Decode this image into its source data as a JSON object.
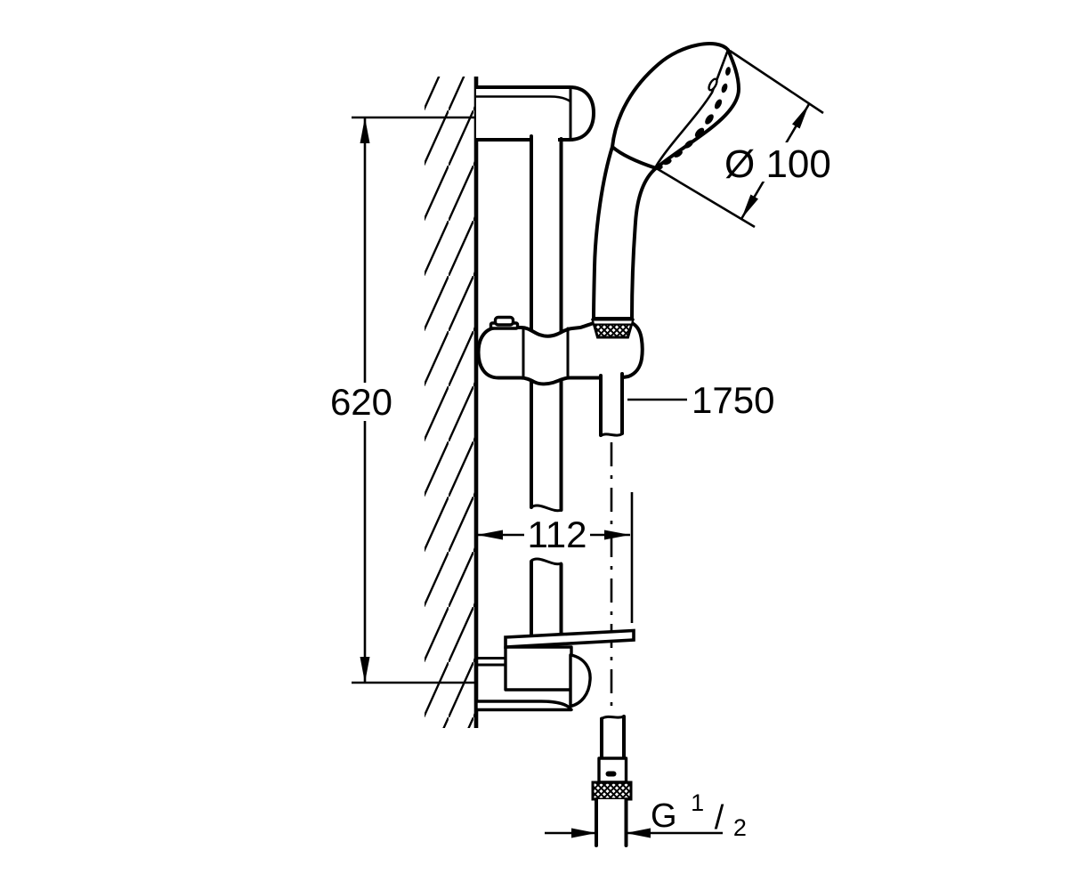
{
  "colors": {
    "background": "#ffffff",
    "line": "#000000"
  },
  "dimensions": {
    "rail_height": "620",
    "wall_offset": "112",
    "hose_length": "1750",
    "head_diameter": "Ø 100",
    "thread_prefix": "G",
    "thread_numerator": "1",
    "thread_slash": "/",
    "thread_denominator": "2"
  }
}
